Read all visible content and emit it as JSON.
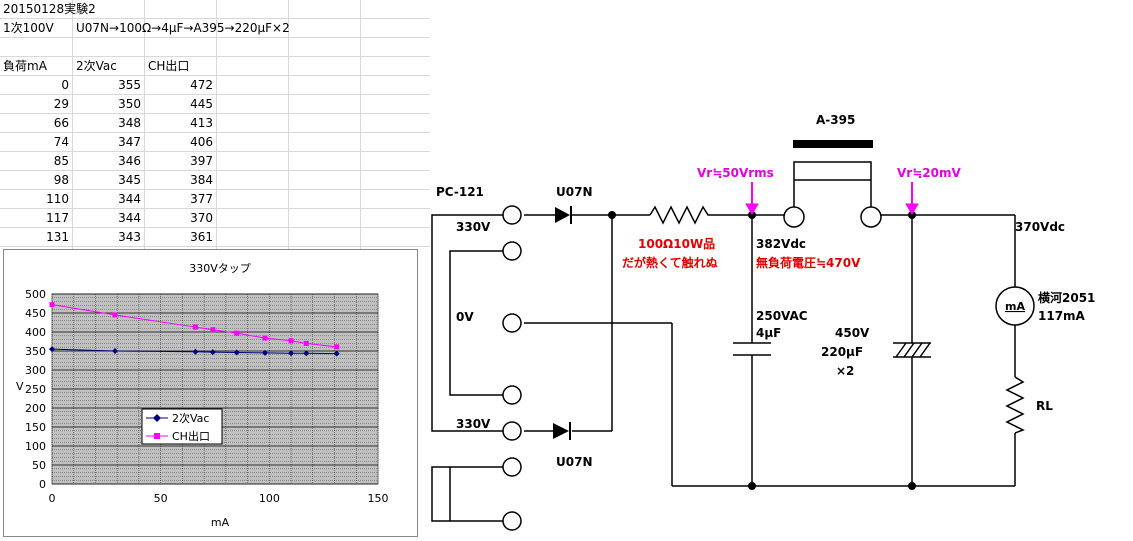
{
  "sheet": {
    "title_line1": "20150128実験2",
    "title_line2_a": "1次100V",
    "title_line2_b": "U07N→100Ω→4μF→A395→220μF×2",
    "headers": [
      "負荷mA",
      "2次Vac",
      "CH出口"
    ],
    "rows": [
      [
        0,
        355,
        472
      ],
      [
        29,
        350,
        445
      ],
      [
        66,
        348,
        413
      ],
      [
        74,
        347,
        406
      ],
      [
        85,
        346,
        397
      ],
      [
        98,
        345,
        384
      ],
      [
        110,
        344,
        377
      ],
      [
        117,
        344,
        370
      ],
      [
        131,
        343,
        361
      ]
    ]
  },
  "chart_data": {
    "type": "line",
    "title": "330Vタップ",
    "xlabel": "mA",
    "ylabel": "V",
    "xlim": [
      0,
      150
    ],
    "ylim": [
      0,
      500
    ],
    "xticks": [
      0,
      50,
      100,
      150
    ],
    "yticks": [
      0,
      50,
      100,
      150,
      200,
      250,
      300,
      350,
      400,
      450,
      500
    ],
    "grid": true,
    "legend_position": "lower-center",
    "x": [
      0,
      29,
      66,
      74,
      85,
      98,
      110,
      117,
      131
    ],
    "series": [
      {
        "name": "2次Vac",
        "values": [
          355,
          350,
          348,
          347,
          346,
          345,
          344,
          344,
          343
        ],
        "color": "#000080",
        "marker": "diamond"
      },
      {
        "name": "CH出口",
        "values": [
          472,
          445,
          413,
          406,
          397,
          384,
          377,
          370,
          361
        ],
        "color": "#ff00ff",
        "marker": "square"
      }
    ]
  },
  "circuit": {
    "transformer": "PC-121",
    "tap_330_top": "330V",
    "tap_0v": "0V",
    "tap_330_bottom": "330V",
    "diode_top": "U07N",
    "diode_bottom": "U07N",
    "choke": "A-395",
    "vr1": "Vr≒50Vrms",
    "vr2": "Vr≒20mV",
    "resistor_line1": "100Ω10W品",
    "resistor_line2": "だが熱くて触れぬ",
    "v_382": "382Vdc",
    "v_noload": "無負荷電圧≒470V",
    "cap1_line1": "250VAC",
    "cap1_line2": "4μF",
    "cap2_line1": "450V",
    "cap2_line2": "220μF",
    "cap2_line3": "×2",
    "v_370": "370Vdc",
    "meter_symbol": "mA",
    "meter_line1": "横河2051",
    "meter_line2": "117mA",
    "load": "RL"
  }
}
